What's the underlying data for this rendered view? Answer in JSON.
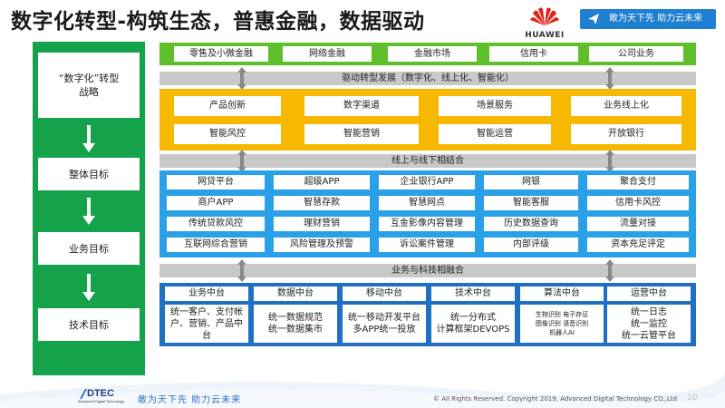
{
  "title": "数字化转型-构筑生态，普惠金融，数据驱动",
  "brand": {
    "name": "HUAWEI",
    "slogan": "敢为天下先 助力云未来"
  },
  "left_panel": {
    "items": [
      "“数字化”转型战略",
      "整体目标",
      "业务目标",
      "技术目标"
    ]
  },
  "green_row": [
    "零售及小微金融",
    "网络金融",
    "金融市场",
    "信用卡",
    "公司业务"
  ],
  "connector1": "驱动转型发展（数字化、线上化、智能化）",
  "yellow_rows": [
    [
      "产品创新",
      "数字渠道",
      "场景服务",
      "业务线上化"
    ],
    [
      "智能风控",
      "智能营销",
      "智能运营",
      "开放银行"
    ]
  ],
  "connector2": "线上与线下相结合",
  "blue_rows": [
    [
      "网贷平台",
      "超级APP",
      "企业银行APP",
      "网银",
      "聚合支付"
    ],
    [
      "商户APP",
      "智慧存款",
      "智慧网点",
      "智能客服",
      "信用卡风控"
    ],
    [
      "传统贷款风控",
      "理财营销",
      "互金影像内容管理",
      "历史数据查询",
      "流量对接"
    ],
    [
      "互联网综合营销",
      "风险管理及预警",
      "诉讼案件管理",
      "内部评级",
      "资本充足评定"
    ]
  ],
  "connector3": "业务与科技相融合",
  "platforms": [
    {
      "head": "业务中台",
      "lines": [
        "统一客户、支付帐",
        "户、营销、产品中",
        "台"
      ]
    },
    {
      "head": "数据中台",
      "lines": [
        "统一数据规范",
        "统一数据集市"
      ]
    },
    {
      "head": "移动中台",
      "lines": [
        "统一移动开发平台",
        "多APP统一投放"
      ]
    },
    {
      "head": "技术中台",
      "lines": [
        "统一分布式",
        "计算框架DEVOPS"
      ]
    },
    {
      "head": "算法中台",
      "lines": [
        "生物识别 电子存证",
        "图像识别 语音识别",
        "机器人AI"
      ]
    },
    {
      "head": "运营中台",
      "lines": [
        "统一日志",
        "统一监控",
        "统一云管平台"
      ]
    }
  ],
  "footer": {
    "company_logo": "DTEC",
    "company_sub": "Advanced Digital Technology",
    "slogan": "敢为天下先  助力云未来",
    "copyright": "© All Rights Reserved. Copyright 2019, Advanced Digital Technology CO.,Ltd",
    "page": "10"
  },
  "colors": {
    "green": "#14a34a",
    "lime": "#5fc02c",
    "yellow": "#f6b800",
    "blue": "#2aa0e8",
    "dark_blue": "#1f6fc4",
    "huawei_red": "#e2231a"
  }
}
